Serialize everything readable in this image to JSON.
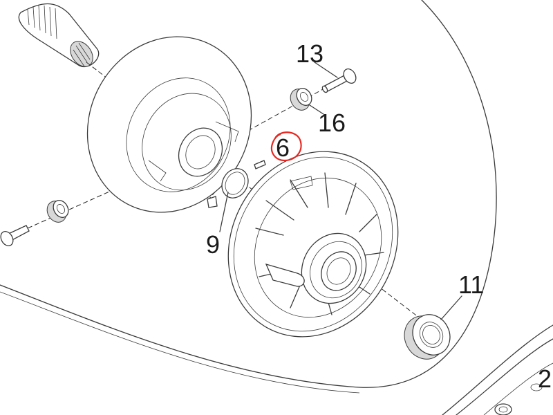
{
  "diagram": {
    "parts": [
      {
        "id": "13",
        "label": "13",
        "highlighted": false
      },
      {
        "id": "16",
        "label": "16",
        "highlighted": false
      },
      {
        "id": "6",
        "label": "6",
        "highlighted": true
      },
      {
        "id": "9",
        "label": "9",
        "highlighted": false
      },
      {
        "id": "11",
        "label": "11",
        "highlighted": false
      },
      {
        "id": "2",
        "label": "2",
        "highlighted": false
      }
    ],
    "colors": {
      "line": "#3a3a3a",
      "highlight_circle": "#e8261f",
      "background": "#ffffff"
    }
  }
}
